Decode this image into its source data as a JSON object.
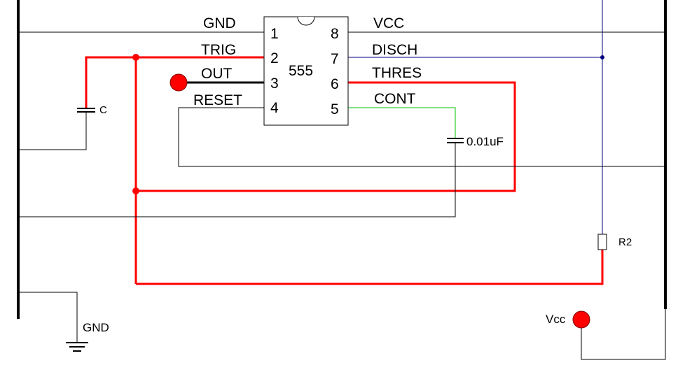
{
  "chip": {
    "label": "555",
    "pins": [
      {
        "num": "1",
        "name": "GND"
      },
      {
        "num": "2",
        "name": "TRIG"
      },
      {
        "num": "3",
        "name": "OUT"
      },
      {
        "num": "4",
        "name": "RESET"
      },
      {
        "num": "5",
        "name": "CONT"
      },
      {
        "num": "6",
        "name": "THRES"
      },
      {
        "num": "7",
        "name": "DISCH"
      },
      {
        "num": "8",
        "name": "VCC"
      }
    ]
  },
  "components": {
    "capacitor_timing": "C",
    "capacitor_control": "0.01uF",
    "resistor": "R2"
  },
  "terminals": {
    "ground": "GND",
    "supply": "Vcc"
  },
  "colors": {
    "wire_default": "#000000",
    "wire_trigger_threshold": "#ff0000",
    "wire_discharge": "#000080",
    "wire_control": "#00c000",
    "terminal_fill": "#ff0000",
    "terminal_stroke": "#800000"
  }
}
